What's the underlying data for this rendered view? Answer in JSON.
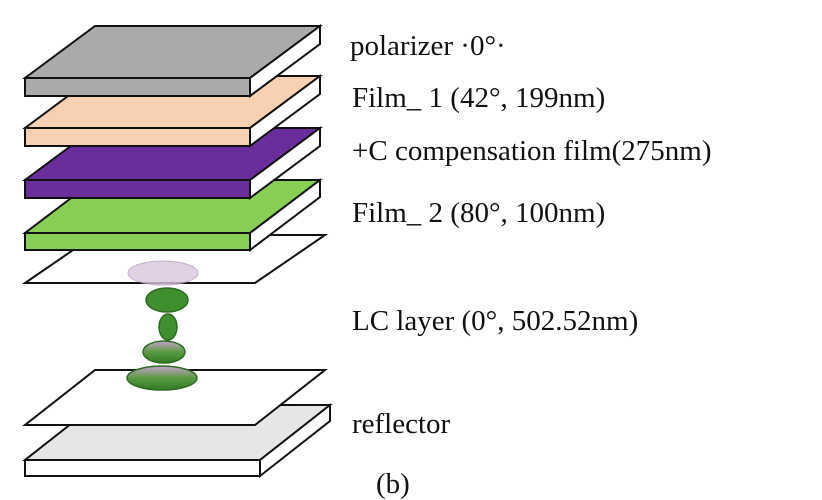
{
  "layers": [
    {
      "name": "polarizer",
      "label": "polarizer ·0°·",
      "color": "#aaaaaa"
    },
    {
      "name": "film-1",
      "label": "Film_ 1 (42°, 199nm)",
      "color": "#f8d0b2"
    },
    {
      "name": "c-compensation-film",
      "label": "+C compensation film(275nm)",
      "color": "#6a2e9c"
    },
    {
      "name": "film-2",
      "label": "Film_ 2 (80°, 100nm)",
      "color": "#88cf55"
    },
    {
      "name": "lc-layer",
      "label": "LC layer (0°, 502.52nm)",
      "color": "#ffffff"
    },
    {
      "name": "reflector",
      "label": "reflector",
      "color": "#e6e6e6"
    }
  ],
  "lc_molecule_color": "#3f8f2f",
  "lc_molecule_tint": "#7c3a8a",
  "partial_caption": "(b)"
}
